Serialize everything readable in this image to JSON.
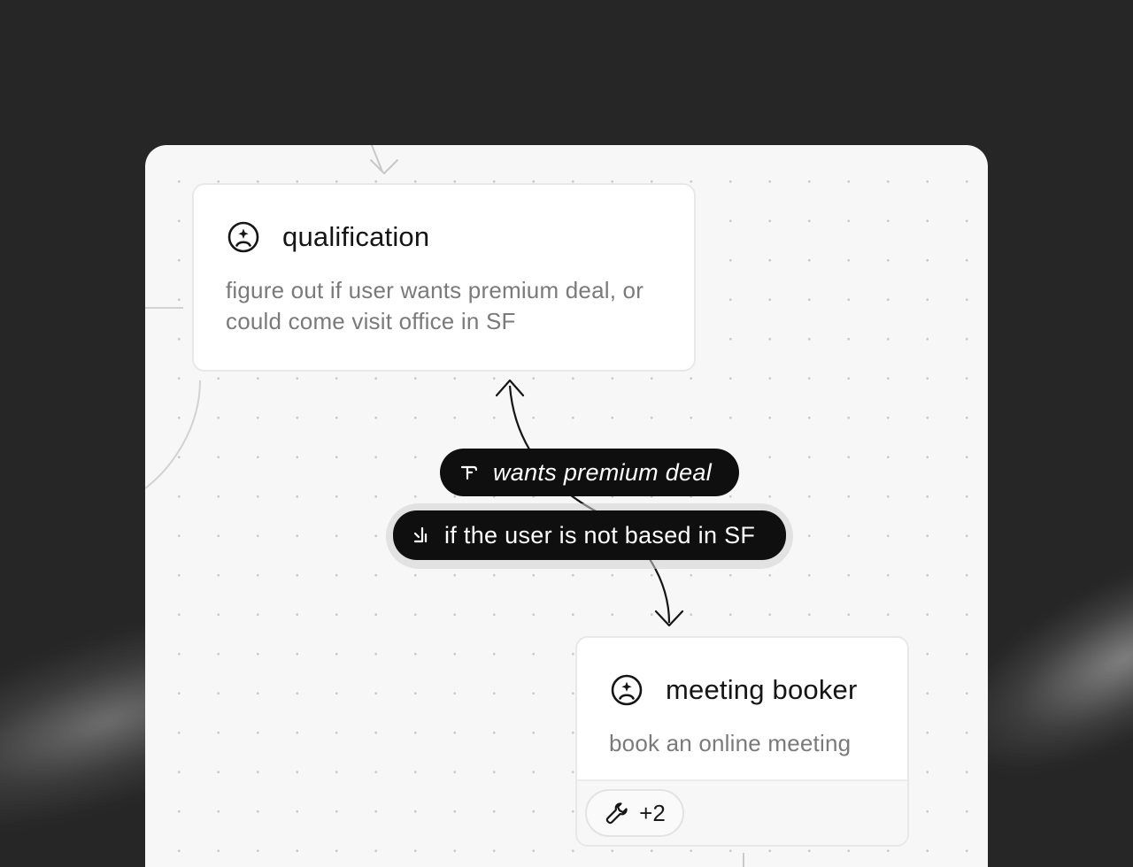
{
  "nodes": {
    "qualification": {
      "title": "qualification",
      "description": "figure out if user wants premium deal, or could come visit office in SF",
      "icon": "agent-face-icon"
    },
    "meeting_booker": {
      "title": "meeting booker",
      "description": "book an online meeting",
      "icon": "agent-face-icon",
      "tools": {
        "icon": "wrench-icon",
        "count_label": "+2"
      }
    }
  },
  "conditions": [
    {
      "label": "wants premium deal",
      "icon": "branch-icon"
    },
    {
      "label": "if the user is not based in SF",
      "icon": "branch-down-icon"
    }
  ],
  "colors": {
    "background": "#262626",
    "canvas": "#f7f7f7",
    "pill": "#0f0f0f",
    "node_title": "#151515",
    "node_description": "#7a7a7a"
  }
}
